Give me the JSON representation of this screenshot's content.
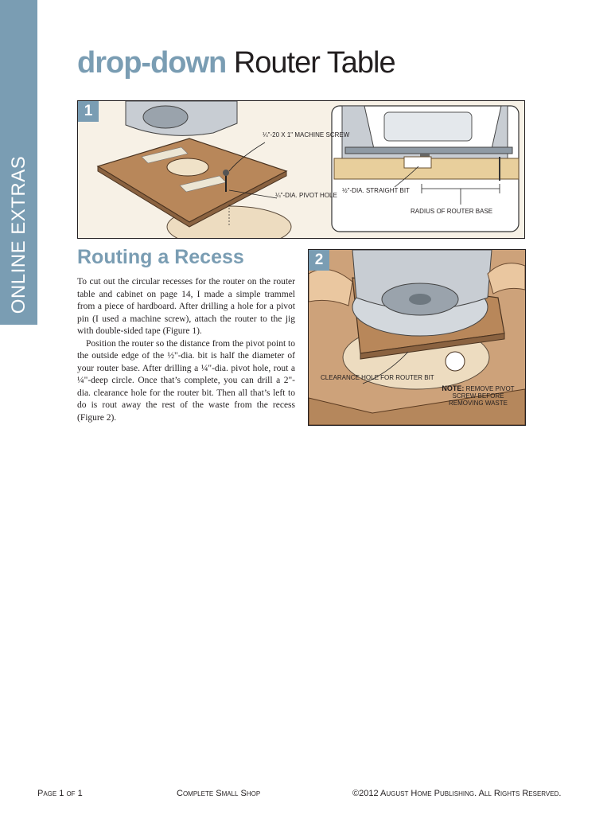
{
  "side_tab": {
    "label": "ONLINE EXTRAS"
  },
  "title": {
    "accent": "drop-down",
    "rest": "Router Table"
  },
  "figure1": {
    "number": "1",
    "callouts": {
      "machine_screw": "¼\"-20 x 1\" machine screw",
      "pivot_hole": "¼\"-dia. pivot hole",
      "straight_bit": "½\"-dia. straight bit",
      "radius": "Radius of router base"
    }
  },
  "figure2": {
    "number": "2",
    "callouts": {
      "clearance_hole": "Clearance hole for router bit",
      "note_label": "NOTE:",
      "note_text": "Remove pivot screw before removing waste"
    }
  },
  "section": {
    "heading": "Routing a Recess",
    "paragraphs": [
      "To cut out the circular recesses for the router on the router table and cabinet on page 14, I made a simple trammel from a piece of hardboard. After drilling a hole for a pivot pin (I used a machine screw), attach the router to the jig with double-sided tape (Figure 1).",
      "Position the router so the distance from the pivot point to the outside edge of the ½\"-dia. bit is half the diameter of your router base. After drilling a ¼\"-dia. pivot hole, rout a ¼\"-deep circle. Once that’s complete, you can drill a 2\"-dia. clearance hole for the router bit. Then all that’s left to do is rout away the rest of the waste from the recess (Figure 2)."
    ]
  },
  "footer": {
    "page": "Page 1 of 1",
    "publication": "Complete Small Shop",
    "copyright": "©2012 August Home Publishing. All Rights Reserved."
  }
}
